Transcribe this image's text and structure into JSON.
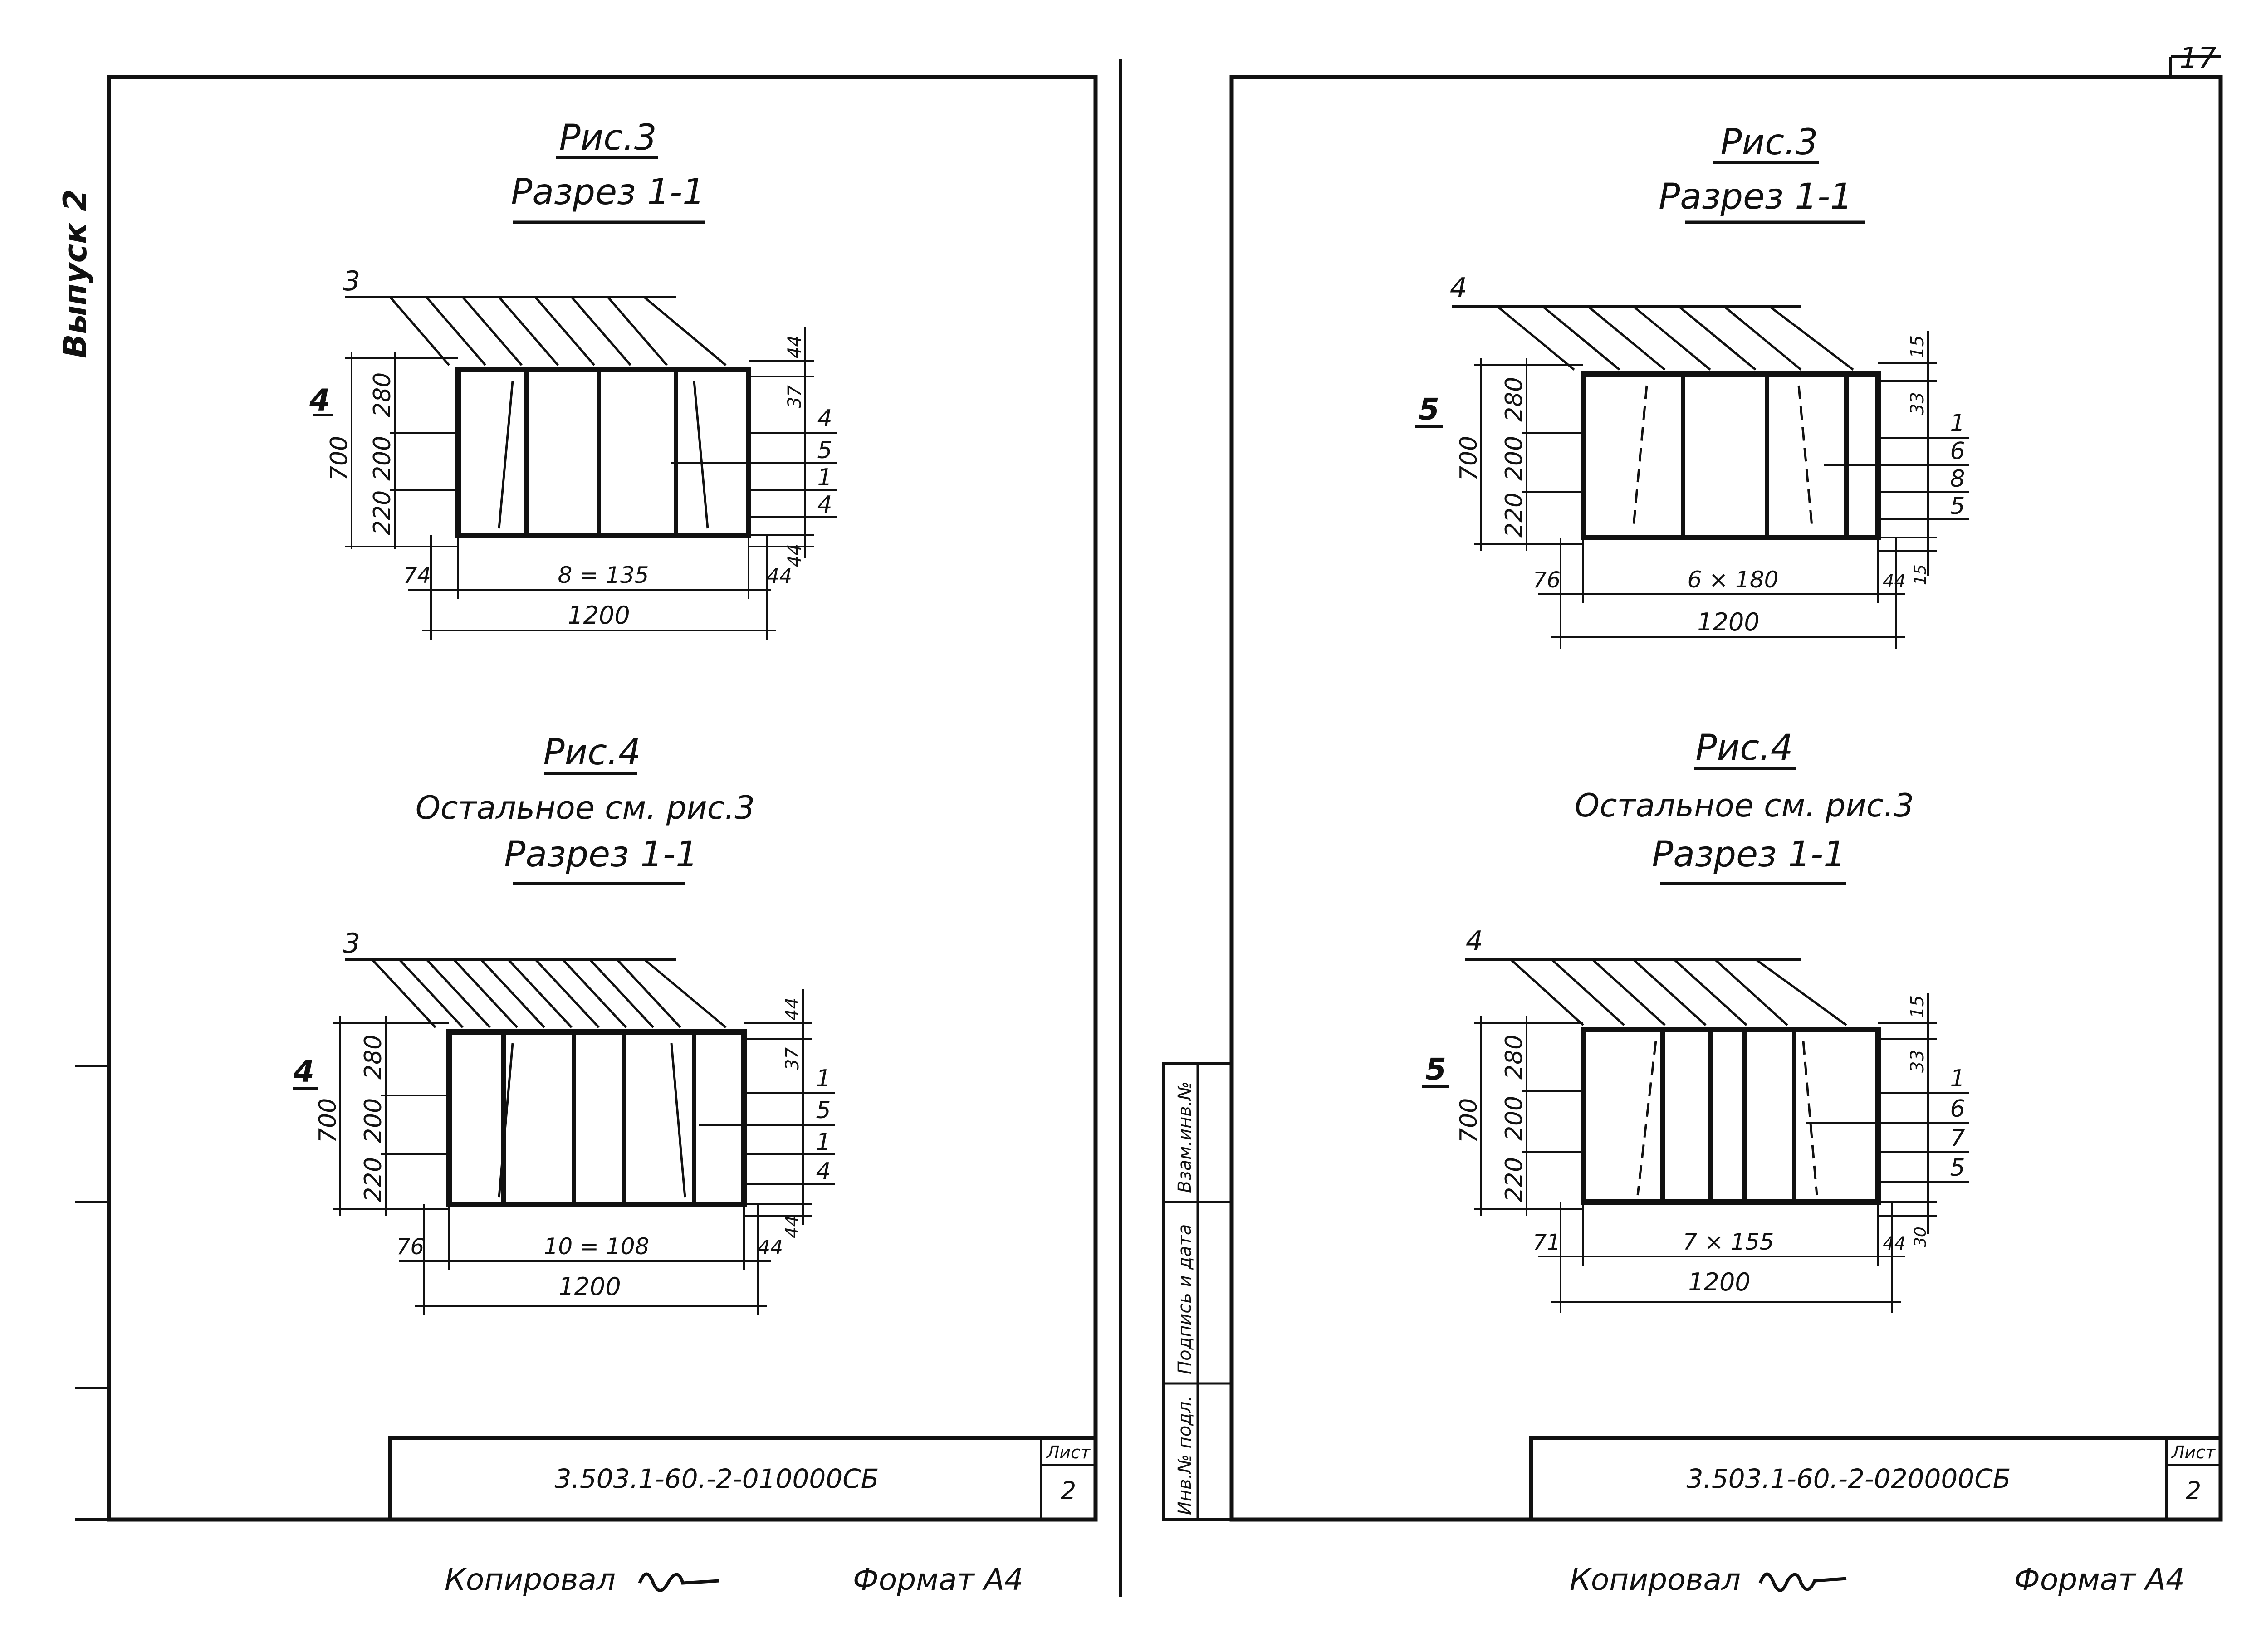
{
  "left_sheet": {
    "side_label": "Выпуск 2",
    "fig3": {
      "title": "Рис.3",
      "section": "Разрез 1-1",
      "callout_top": "3",
      "callout_left": "4",
      "dims_left": [
        "280",
        "200",
        "220"
      ],
      "dim_total_height": "700",
      "dims_right": [
        "44",
        "37",
        "44"
      ],
      "callouts_right": [
        "4",
        "5",
        "1",
        "4"
      ],
      "dim_bottom_left": "74",
      "dim_span": "8 = 135",
      "dim_bottom_right": "44",
      "dim_total_width": "1200"
    },
    "fig4": {
      "title": "Рис.4",
      "note": "Остальное см. рис.3",
      "section": "Разрез 1-1",
      "callout_top": "3",
      "callout_left": "4",
      "dims_left": [
        "280",
        "200",
        "220"
      ],
      "dim_total_height": "700",
      "dims_right": [
        "44",
        "37",
        "44"
      ],
      "callouts_right": [
        "1",
        "5",
        "1",
        "4"
      ],
      "dim_bottom_left": "76",
      "dim_span": "10 = 108",
      "dim_bottom_right": "44",
      "dim_total_width": "1200"
    },
    "title_block": {
      "code": "3.503.1-60.-2-010000СБ",
      "sheet_label": "Лист",
      "sheet_no": "2"
    },
    "footer": {
      "copied": "Копировал",
      "format": "Формат А4"
    }
  },
  "right_sheet": {
    "page_number": "17",
    "fig3": {
      "title": "Рис.3",
      "section": "Разрез 1-1",
      "callout_top": "4",
      "callout_left": "5",
      "dims_left": [
        "280",
        "200",
        "220"
      ],
      "dim_total_height": "700",
      "dims_right": [
        "15",
        "33"
      ],
      "callouts_right": [
        "1",
        "6",
        "8",
        "5"
      ],
      "dim_bottom_left": "76",
      "dim_span": "6 × 180",
      "dim_bottom_right": "44",
      "dim_bottom_right2": "15",
      "dim_total_width": "1200"
    },
    "fig4": {
      "title": "Рис.4",
      "note": "Остальное см. рис.3",
      "section": "Разрез 1-1",
      "callout_top": "4",
      "callout_left": "5",
      "dims_left": [
        "280",
        "200",
        "220"
      ],
      "dim_total_height": "700",
      "dims_right": [
        "15",
        "33"
      ],
      "callouts_right": [
        "1",
        "6",
        "7",
        "5"
      ],
      "dim_bottom_left": "71",
      "dim_span": "7 × 155",
      "dim_bottom_right": "44",
      "dim_bottom_right2": "30",
      "dim_total_width": "1200"
    },
    "stamp_column": [
      "Инв.№ подл.",
      "Подпись и дата",
      "Взам.инв.№"
    ],
    "title_block": {
      "code": "3.503.1-60.-2-020000СБ",
      "sheet_label": "Лист",
      "sheet_no": "2"
    },
    "footer": {
      "copied": "Копировал",
      "format": "Формат А4"
    }
  },
  "colors": {
    "ink": "#111111",
    "paper": "#ffffff"
  }
}
